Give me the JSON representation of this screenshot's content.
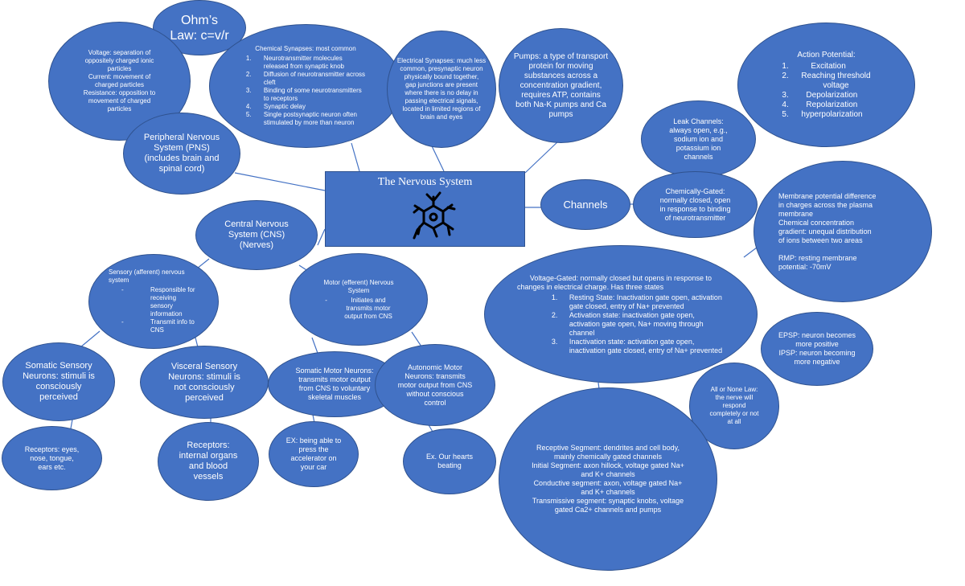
{
  "center": {
    "title": "The Nervous System",
    "icon": "neuron-icon"
  },
  "ohm": {
    "title": "Ohm’s",
    "formula": "Law: c=v/r"
  },
  "vcr": [
    "Voltage: separation of",
    "oppositely charged ionic",
    "particles",
    "Current: movement of",
    "charged particles",
    "Resistance: opposition to",
    "movement of charged",
    "particles"
  ],
  "chemical_synapses": {
    "title": "Chemical Synapses: most common",
    "items": [
      {
        "n": "1.",
        "lines": [
          "Neurotransmitter molecules",
          "released from synaptic knob"
        ]
      },
      {
        "n": "2.",
        "lines": [
          "Diffusion of neurotransmitter across",
          "cleft"
        ]
      },
      {
        "n": "3.",
        "lines": [
          "Binding of some neurotransmitters",
          "to receptors"
        ]
      },
      {
        "n": "4.",
        "lines": [
          "Synaptic delay"
        ]
      },
      {
        "n": "5.",
        "lines": [
          "Single postsynaptic neuron often",
          "stimulated by more than neuron"
        ]
      }
    ]
  },
  "electrical_synapses": [
    "Electrical Synapses: much less",
    "common, presynaptic neuron",
    "physically bound together,",
    "gap junctions are present",
    "where there is no delay in",
    "passing electrical signals,",
    "located in limited regions of",
    "brain and eyes"
  ],
  "pumps": [
    "Pumps: a type of transport",
    "protein for moving",
    "substances across a",
    "concentration gradient,",
    "requires ATP, contains",
    "both Na-K pumps and Ca",
    "pumps"
  ],
  "action_potential": {
    "title": "Action Potential:",
    "items": [
      {
        "n": "1.",
        "lines": [
          "Excitation"
        ]
      },
      {
        "n": "2.",
        "lines": [
          "Reaching threshold",
          "voltage"
        ]
      },
      {
        "n": "3.",
        "lines": [
          "Depolarization"
        ]
      },
      {
        "n": "4.",
        "lines": [
          "Repolarization"
        ]
      },
      {
        "n": "5.",
        "lines": [
          "hyperpolarization"
        ]
      }
    ]
  },
  "pns": [
    "Peripheral Nervous",
    "System (PNS)",
    "(includes brain and",
    "spinal cord)"
  ],
  "leak": [
    "Leak Channels:",
    "always open, e.g.,",
    "sodium ion and",
    "potassium ion",
    "channels"
  ],
  "channels": "Channels",
  "chem_gated": [
    "Chemically-Gated:",
    "normally closed, open",
    "in response to binding",
    "of neurotransmitter"
  ],
  "membrane": [
    "Membrane potential difference",
    "in charges across the plasma",
    "membrane",
    "Chemical concentration",
    "gradient: unequal distribution",
    "of ions between two areas",
    "",
    "RMP: resting membrane",
    "potential: -70mV"
  ],
  "cns": [
    "Central Nervous",
    "System (CNS)",
    "(Nerves)"
  ],
  "sensory": {
    "title": [
      "Sensory (afferent) nervous",
      "system"
    ],
    "items": [
      {
        "d": "-",
        "lines": [
          "Responsible for",
          "receiving",
          "sensory",
          "information"
        ]
      },
      {
        "d": "-",
        "lines": [
          "Transmit info to",
          "CNS"
        ]
      }
    ]
  },
  "motor": {
    "title": [
      "Motor (efferent) Nervous",
      "System"
    ],
    "items": [
      {
        "d": "-",
        "lines": [
          "Initiates and",
          "transmits motor",
          "output from CNS"
        ]
      }
    ]
  },
  "voltage_gated": {
    "intro": [
      "Voltage-Gated: normally closed but opens in response to",
      "changes in electrical charge. Has three states"
    ],
    "items": [
      {
        "n": "1.",
        "lines": [
          "Resting State: Inactivation gate open, activation",
          "gate closed, entry of Na+ prevented"
        ]
      },
      {
        "n": "2.",
        "lines": [
          "Activation state: inactivation gate open,",
          "activation gate open, Na+ moving through",
          "channel"
        ]
      },
      {
        "n": "3.",
        "lines": [
          "Inactivation state: activation gate open,",
          "inactivation gate closed, entry of Na+ prevented"
        ]
      }
    ]
  },
  "epsp": [
    "EPSP: neuron becomes",
    "more positive",
    "IPSP: neuron becoming",
    "more negative"
  ],
  "all_or_none": [
    "All or None Law:",
    "the nerve will",
    "respond",
    "completely or not",
    "at all"
  ],
  "somatic_sensory": [
    "Somatic Sensory",
    "Neurons: stimuli is",
    "consciously",
    "perceived"
  ],
  "visceral_sensory": [
    "Visceral Sensory",
    "Neurons: stimuli is",
    "not consciously",
    "perceived"
  ],
  "somatic_motor": [
    "Somatic Motor Neurons:",
    "transmits motor output",
    "from CNS to voluntary",
    "skeletal muscles"
  ],
  "autonomic_motor": [
    "Autonomic Motor",
    "Neurons: transmits",
    "motor output from CNS",
    "without conscious",
    "control"
  ],
  "receptors_eyes": [
    "Receptors: eyes,",
    "nose, tongue,",
    "ears etc."
  ],
  "receptors_internal": [
    "Receptors:",
    "internal organs",
    "and blood",
    "vessels"
  ],
  "ex_accelerator": [
    "EX: being able to",
    "press the",
    "accelerator on",
    "your car"
  ],
  "ex_hearts": [
    "Ex. Our hearts",
    "beating"
  ],
  "segments": [
    "Receptive Segment: dendrites and cell body,",
    "mainly chemically gated channels",
    "Initial Segment: axon hillock, voltage gated Na+",
    "and K+ channels",
    "Conductive segment: axon, voltage gated Na+",
    "and K+ channels",
    "Transmissive segment: synaptic knobs, voltage",
    "gated Ca2+ channels and pumps"
  ],
  "colors": {
    "node_fill": "#4472C4",
    "node_border": "#2F528F",
    "text": "#FFFFFF",
    "connector": "#4472C4"
  }
}
